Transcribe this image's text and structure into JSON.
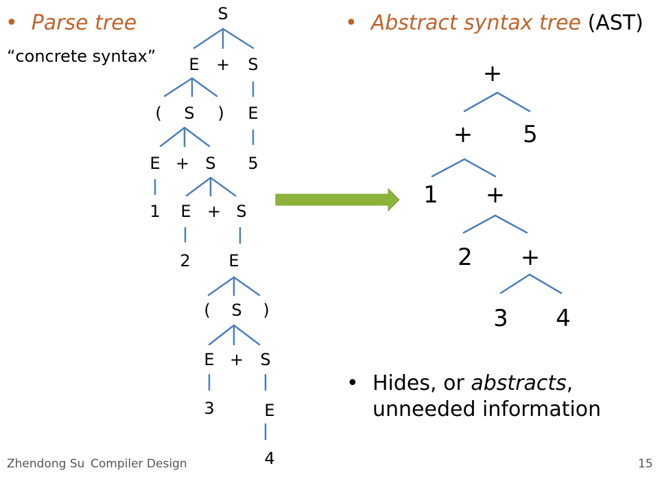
{
  "left_heading": {
    "bullet": "•",
    "title": "Parse tree",
    "subtitle": "“concrete syntax”"
  },
  "right_heading": {
    "bullet": "•",
    "title": "Abstract syntax tree",
    "suffix": "(AST)"
  },
  "parse_tree": {
    "labels": {
      "n1": "S",
      "n2": "E",
      "n3": "+",
      "n4": "S",
      "n5": "(",
      "n6": "S",
      "n7": ")",
      "n8": "E",
      "n9": "E",
      "n10": "+",
      "n11": "S",
      "n12": "5",
      "n13": "1",
      "n14": "E",
      "n15": "+",
      "n16": "S",
      "n17": "2",
      "n18": "E",
      "n19": "(",
      "n20": "S",
      "n21": ")",
      "n22": "E",
      "n23": "+",
      "n24": "S",
      "n25": "3",
      "n26": "E",
      "n27": "4"
    }
  },
  "ast": {
    "labels": {
      "a1": "+",
      "a2": "+",
      "a3": "5",
      "a4": "1",
      "a5": "+",
      "a6": "2",
      "a7": "+",
      "a8": "3",
      "a9": "4"
    }
  },
  "arrow": {
    "color": "#8db33b"
  },
  "edge_color": "#4a7ebb",
  "note": {
    "bullet": "•",
    "line1_pre": "Hides, or ",
    "line1_em": "abstracts",
    "line1_post": ",",
    "line2": "unneeded information"
  },
  "footer": {
    "author": "Zhendong Su",
    "course": "Compiler Design",
    "page": "15"
  }
}
